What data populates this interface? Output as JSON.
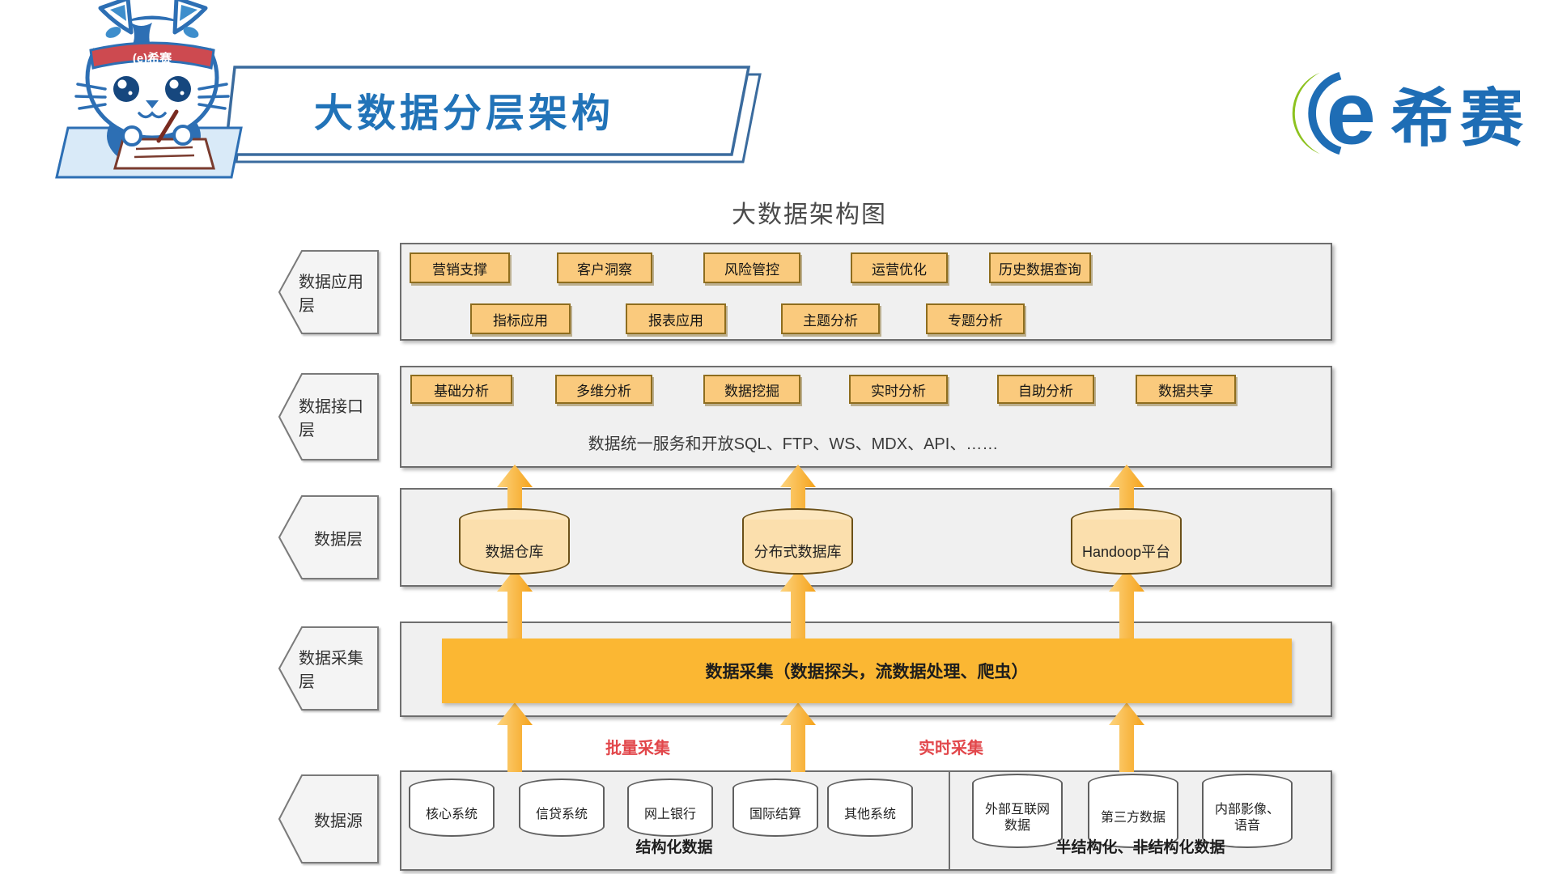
{
  "header": {
    "title": "大数据分层架构",
    "brand": {
      "text": "希赛",
      "icon": "e"
    },
    "mascot": {
      "band_text": "(e)希赛"
    }
  },
  "diagram": {
    "title": "大数据架构图",
    "app_layer": {
      "label": "数据应用层",
      "row1": [
        "营销支撑",
        "客户洞察",
        "风险管控",
        "运营优化",
        "历史数据查询"
      ],
      "row2": [
        "指标应用",
        "报表应用",
        "主题分析",
        "专题分析"
      ]
    },
    "interface_layer": {
      "label": "数据接口层",
      "boxes": [
        "基础分析",
        "多维分析",
        "数据挖掘",
        "实时分析",
        "自助分析",
        "数据共享"
      ],
      "note": "数据统一服务和开放SQL、FTP、WS、MDX、API、……"
    },
    "data_layer": {
      "label": "数据层",
      "stores": [
        "数据仓库",
        "分布式数据库",
        "Handoop平台"
      ]
    },
    "collection_layer": {
      "label": "数据采集层",
      "bar": "数据采集（数据探头，流数据处理、爬虫）",
      "flows": {
        "batch": "批量采集",
        "realtime": "实时采集"
      }
    },
    "source_layer": {
      "label": "数据源",
      "structured": {
        "caption": "结构化数据",
        "systems": [
          "核心系统",
          "信贷系统",
          "网上银行",
          "国际结算",
          "其他系统"
        ]
      },
      "unstructured": {
        "caption": "半结构化、非结构化数据",
        "systems": [
          "外部互联网数据",
          "第三方数据",
          "内部影像、语音"
        ]
      }
    },
    "colors": {
      "accent_orange": "#FBB733",
      "node_fill": "#FACA7D",
      "node_border": "#8E6D1E",
      "cylinder_fill": "#FBDFAD",
      "panel_fill": "#F0F0F0",
      "flow_red": "#E2474B",
      "title_blue": "#2173B8",
      "brand_green": "#8DC21F"
    }
  }
}
